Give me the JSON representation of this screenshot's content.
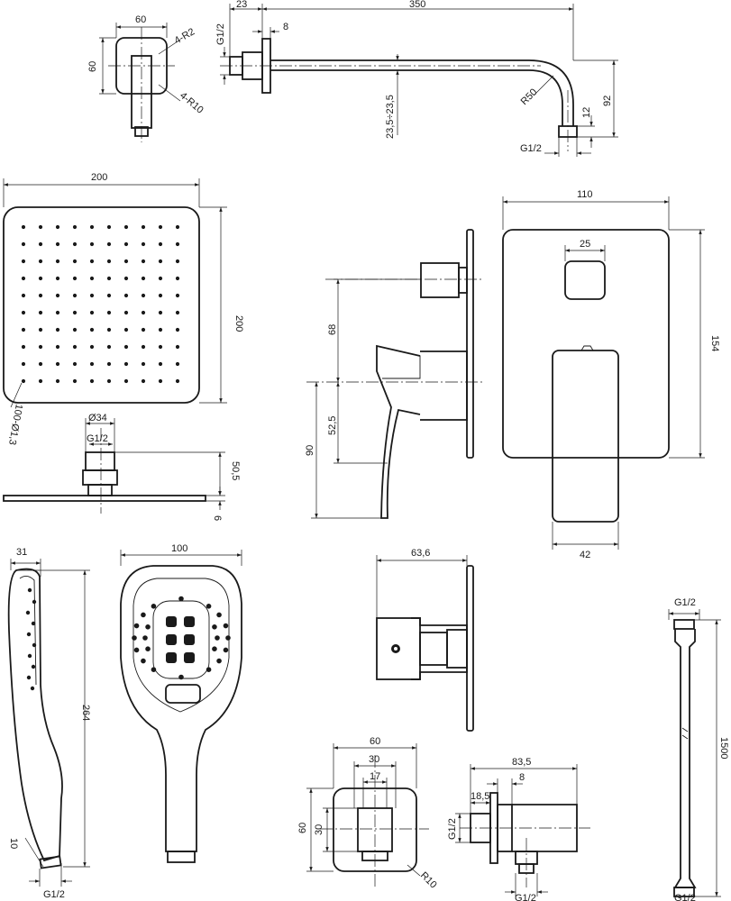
{
  "dims": {
    "arm_flange_w": "60",
    "arm_flange_h": "60",
    "arm_flange_r2": "4-R2",
    "arm_flange_r10": "4-R10",
    "arm_offset": "23",
    "arm_length": "350",
    "arm_flange_t": "8",
    "arm_thread_top": "G1/2",
    "arm_drop_adj": "23,5÷23,5",
    "arm_bend_r": "R50",
    "arm_tip": "12",
    "arm_drop": "92",
    "arm_thread_bottom": "G1/2",
    "head_width": "200",
    "head_height": "200",
    "head_nozzles": "100-Ø1,3",
    "head_conn_dia": "Ø34",
    "head_thread": "G1/2",
    "head_conn_h": "50,5",
    "head_thickness": "6",
    "valve_plate_w": "110",
    "valve_button_w": "25",
    "valve_spacing": "68",
    "valve_lever_h": "52,5",
    "valve_lever_total": "90",
    "valve_plate_h": "154",
    "valve_lever_w": "42",
    "body_depth": "63,6",
    "hand_depth": "31",
    "hand_width": "100",
    "hand_length": "264",
    "hand_nozzle": "10",
    "hand_thread": "G1/2",
    "elbow_width": "60",
    "elbow_inner": "30",
    "elbow_port": "17",
    "elbow_height": "60",
    "elbow_inner_h": "30",
    "elbow_radius": "R10",
    "outlet_length": "83,5",
    "outlet_plate_t": "8",
    "outlet_flange": "18,5",
    "outlet_thread_in": "G1/2",
    "outlet_thread_out": "G1/2",
    "hose_thread_top": "G1/2",
    "hose_length": "1500",
    "hose_thread_bottom": "G1/2"
  }
}
